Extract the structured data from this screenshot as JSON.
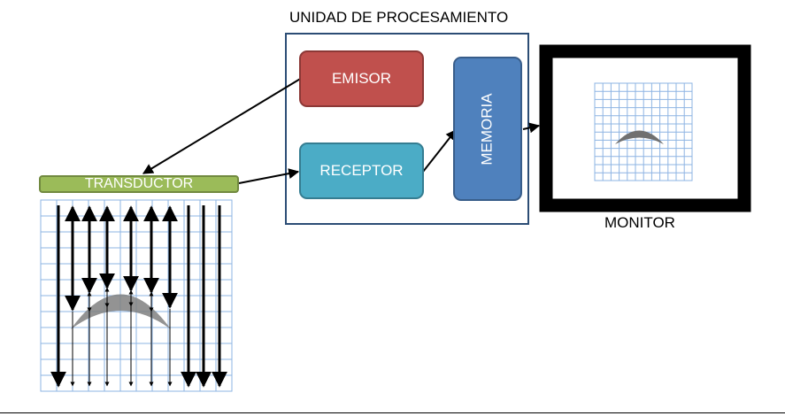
{
  "diagram": {
    "processing_unit": {
      "title": "UNIDAD DE PROCESAMIENTO"
    },
    "emitter": {
      "label": "EMISOR"
    },
    "receiver": {
      "label": "RECEPTOR"
    },
    "memory": {
      "label": "MEMORIA"
    },
    "transducer": {
      "label": "TRANSDUCTOR"
    },
    "monitor": {
      "label": "MONITOR"
    }
  },
  "colors": {
    "emitter_fill": "#c0504d",
    "receiver_fill": "#4bacc6",
    "memory_fill": "#4f81bd",
    "transducer_fill": "#9bbb59",
    "frame_border": "#2c4d75",
    "grid_line": "#8eb4e3",
    "echo_shape": "#808080",
    "monitor_frame": "#000000"
  }
}
